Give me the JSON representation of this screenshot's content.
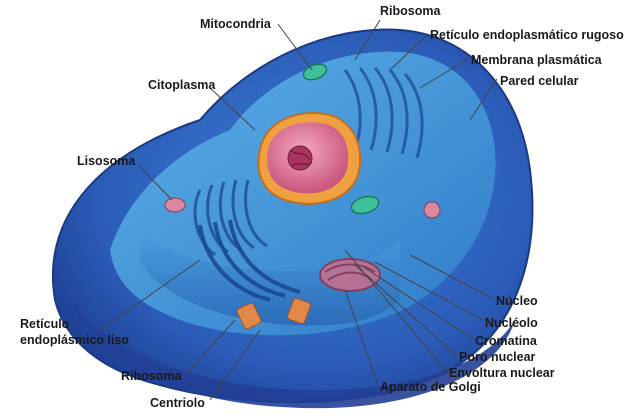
{
  "diagram": {
    "labels": {
      "mitocondria": "Mitocondria",
      "ribosoma_top": "Ribosoma",
      "reticulo_rugoso": "Retículo endoplasmático rugoso",
      "membrana": "Membrana plasmática",
      "pared": "Pared celular",
      "citoplasma": "Citoplasma",
      "lisosoma": "Lisosoma",
      "nucleo": "Núcleo",
      "nucleolo": "Nucléolo",
      "cromatina": "Cromatina",
      "poro": "Poro nuclear",
      "envoltura": "Envoltura nuclear",
      "golgi": "Aparato de Golgi",
      "reticulo_liso_1": "Retículo",
      "reticulo_liso_2": "endoplásmico liso",
      "ribosoma_bottom": "Ribosoma",
      "centriolo": "Centriolo"
    },
    "colors": {
      "cell_outer": "#2a55b8",
      "cell_inner": "#3f8fd6",
      "nucleus": "#e67fa0",
      "nucleus_rim": "#f0a040",
      "leader_line": "#555555"
    }
  }
}
